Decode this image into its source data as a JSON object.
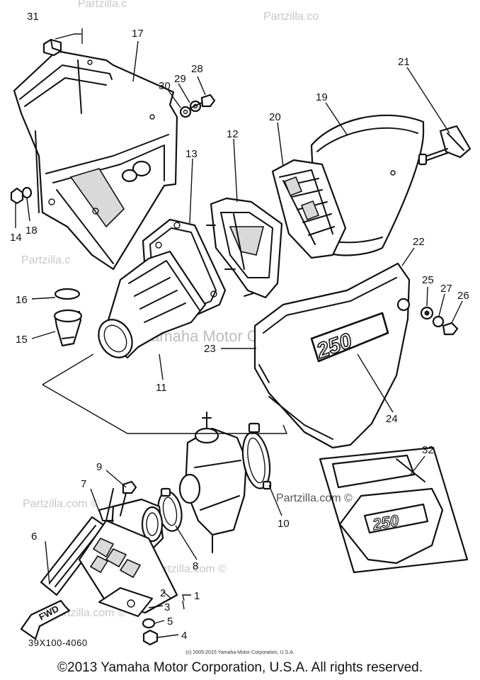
{
  "callouts": {
    "c31": "31",
    "c17": "17",
    "c30": "30",
    "c29": "29",
    "c28": "28",
    "c21": "21",
    "c19": "19",
    "c20": "20",
    "c12": "12",
    "c13": "13",
    "c14": "14",
    "c18": "18",
    "c22": "22",
    "c16": "16",
    "c25": "25",
    "c27": "27",
    "c26": "26",
    "c15": "15",
    "c23": "23",
    "c24": "24",
    "c11": "11",
    "c32": "32",
    "c9": "9",
    "c7": "7",
    "c10": "10",
    "c6": "6",
    "c8": "8",
    "c2": "2",
    "c1": "1",
    "c3": "3",
    "c5": "5",
    "c4": "4"
  },
  "side_cover_text": "250",
  "inset_cover_text": "250",
  "fwd_arrow_text": "FWD",
  "watermarks": {
    "top_right": "Partzilla.co",
    "top_left": "Partzilla.c",
    "left_mid": "Partzilla.c",
    "right_mid": "©",
    "center": "Yamaha Motor Corp., U.S.A.",
    "lower_left": "Partzilla.com ©",
    "lower_center": "Partzilla.com ©",
    "inset": "Partzilla.com ©",
    "bottom_left": "Partzilla.com ©"
  },
  "drawing_code": "39X100-4060",
  "small_copyright": "(c) 2005-2015 Yamaha Motor Corporation, U.S.A.",
  "footer_copyright": "©2013 Yamaha Motor Corporation, U.S.A. All rights reserved."
}
